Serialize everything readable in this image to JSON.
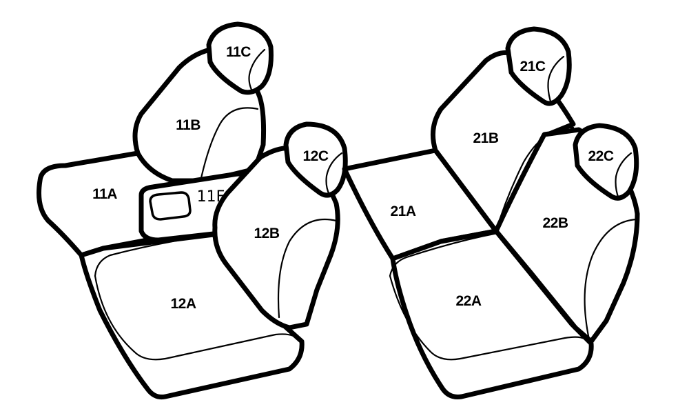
{
  "labels": {
    "p11A": "11A",
    "p11B": "11B",
    "p11C": "11C",
    "p11F": "11F",
    "p12A": "12A",
    "p12B": "12B",
    "p12C": "12C",
    "p21A": "21A",
    "p21B": "21B",
    "p21C": "21C",
    "p22A": "22A",
    "p22B": "22B",
    "p22C": "22C"
  },
  "colors": {
    "outline": "#000000",
    "fill": "#ffffff"
  }
}
